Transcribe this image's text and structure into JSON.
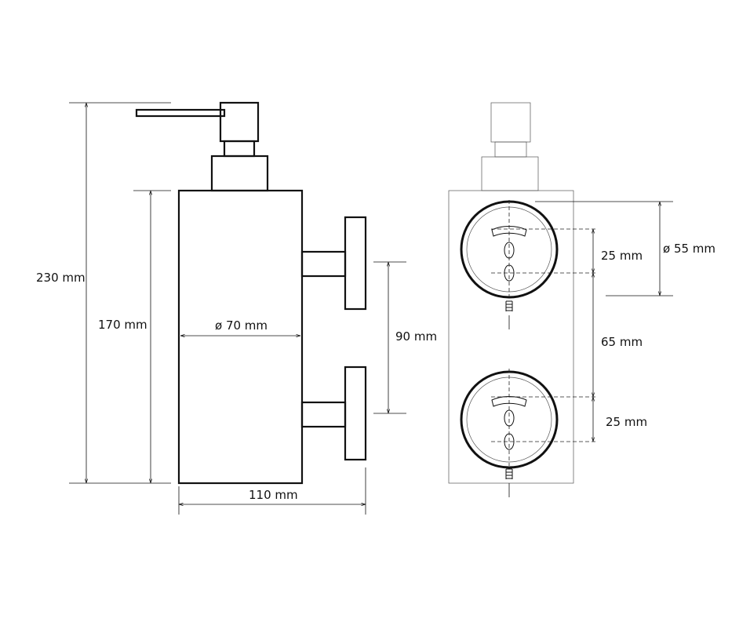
{
  "dimensions": {
    "total_height": "230 mm",
    "body_height": "170 mm",
    "body_diameter": "ø 70 mm",
    "mount_spacing": "90 mm",
    "total_depth": "110 mm",
    "hole_spacing_top": "25 mm",
    "hole_spacing_middle": "65 mm",
    "hole_spacing_bottom": "25 mm",
    "mount_diameter": "ø 55 mm"
  }
}
